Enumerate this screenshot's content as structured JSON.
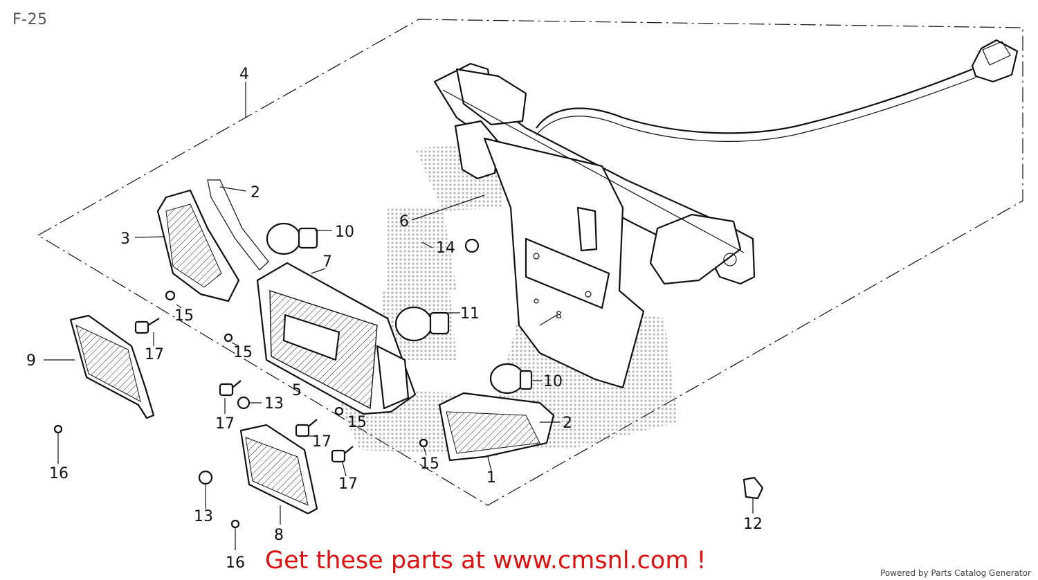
{
  "diagram": {
    "title": "F-25",
    "banner": "Get these parts at www.cmsnl.com !",
    "footer": "Powered by Parts Catalog Generator",
    "callouts": {
      "c1": "1",
      "c2a": "2",
      "c2b": "2",
      "c3": "3",
      "c4": "4",
      "c5": "5",
      "c6": "6",
      "c7": "7",
      "c8a": "8",
      "c8b": "8",
      "c9": "9",
      "c10a": "10",
      "c10b": "10",
      "c11": "11",
      "c12": "12",
      "c13a": "13",
      "c13b": "13",
      "c14": "14",
      "c15a": "15",
      "c15b": "15",
      "c15c": "15",
      "c15d": "15",
      "c16a": "16",
      "c16b": "16",
      "c17a": "17",
      "c17b": "17",
      "c17c": "17",
      "c17d": "17"
    }
  }
}
